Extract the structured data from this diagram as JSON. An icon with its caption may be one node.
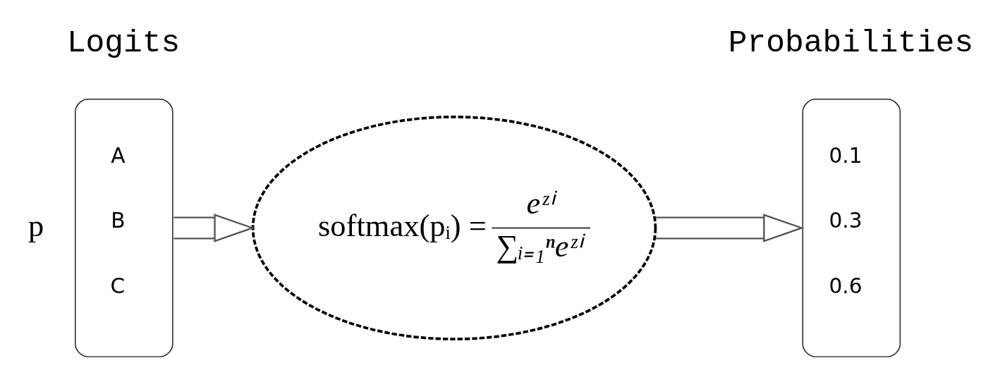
{
  "diagram": {
    "nodes": [
      {
        "text": [
          "Logits",
          "A",
          "B",
          "C"
        ],
        "beside": [
          "p"
        ]
      },
      {
        "text": [
          "softmax(pᵢ) =",
          "eᶻⁱ",
          "∑ᵢ₌₁ⁿeᶻⁱ"
        ]
      },
      {
        "text": [
          "Probabilities",
          "0.1",
          "0.3",
          "0.6"
        ]
      }
    ],
    "edges": [
      {
        "from": 0,
        "to": 1,
        "arrow": "to"
      },
      {
        "from": 1,
        "to": 2,
        "arrow": "to"
      }
    ]
  }
}
